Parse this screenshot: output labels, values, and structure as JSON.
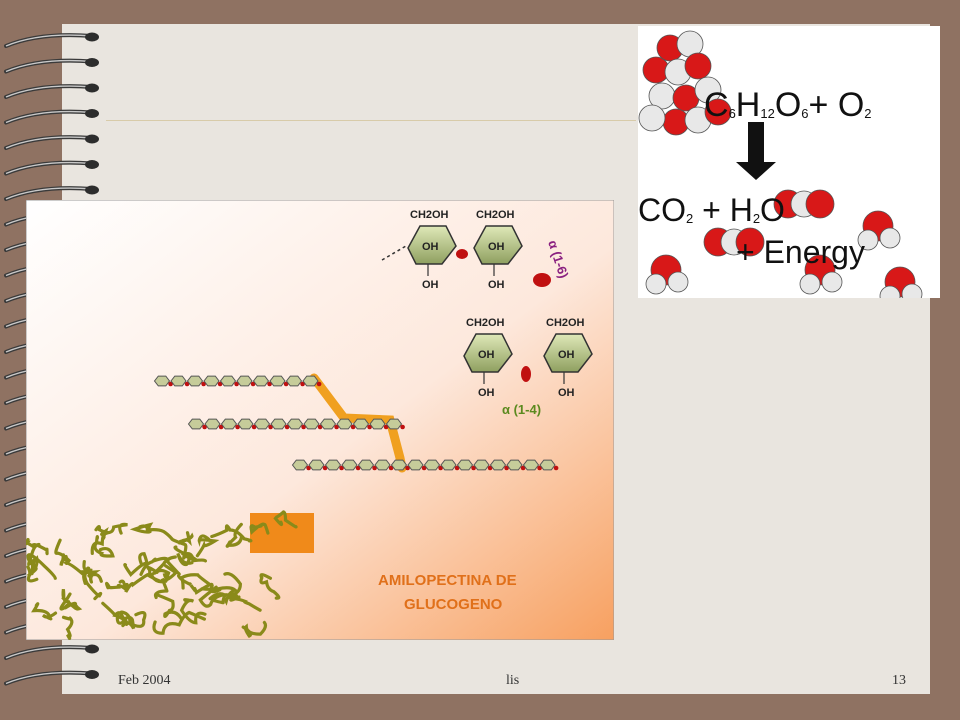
{
  "slide": {
    "footer": {
      "date": "Feb 2004",
      "author": "lis",
      "page_number": "13"
    }
  },
  "glycogen_figure": {
    "caption_line1": "AMILOPECTINA DE",
    "caption_line2": "GLUCOGENO",
    "ring_group": "CH2OH",
    "hydroxyl": "OH",
    "bond_1_6": "α (1-6)",
    "bond_1_4": "α (1-4)"
  },
  "equation": {
    "reactant_1": "C",
    "reactant_1_sub_a": "6",
    "reactant_1_h": "H",
    "reactant_1_sub_b": "12",
    "reactant_1_o": "O",
    "reactant_1_sub_c": "6",
    "plus_1": "+",
    "reactant_2": "O",
    "reactant_2_sub": "2",
    "product_1": "CO",
    "product_1_sub": "2",
    "plus_2": "+",
    "product_2_h": "H",
    "product_2_sub": "2",
    "product_2_o": "O",
    "energy": "+ Energy"
  },
  "colors": {
    "background": "#8f7262",
    "slide": "#e9e5df",
    "caption_orange": "#e0701a",
    "chain_olive": "#8a8a1a",
    "bond_red": "#c01010",
    "bond_purple": "#8a2080",
    "bond_green": "#5b8a1f"
  }
}
